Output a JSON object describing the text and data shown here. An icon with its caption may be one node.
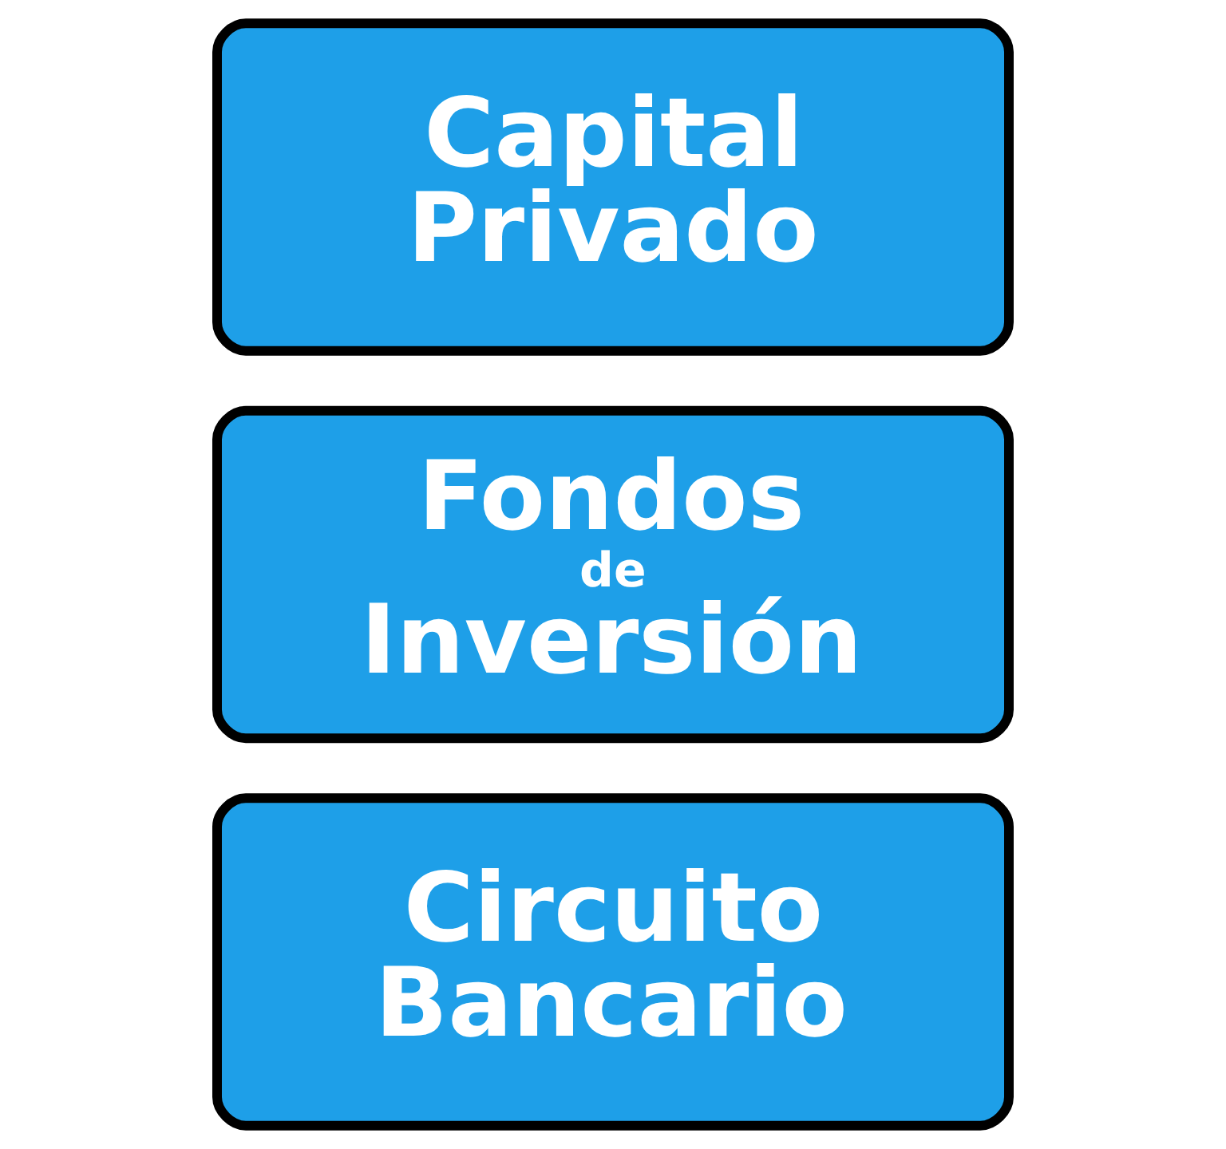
{
  "diagram": {
    "nodes": [
      {
        "text": [
          "Capital Privado"
        ]
      },
      {
        "text": [
          "Fondos de Inversión"
        ]
      },
      {
        "text": [
          "Circuito Bancario"
        ]
      }
    ]
  }
}
